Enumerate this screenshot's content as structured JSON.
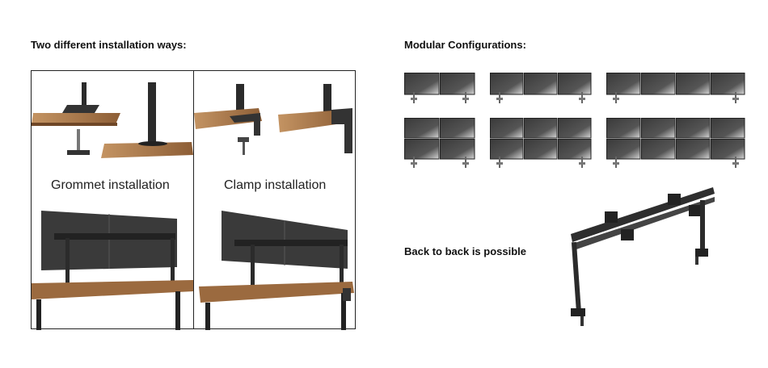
{
  "left_section": {
    "heading": "Two different installation ways:",
    "grommet_caption": "Grommet installation",
    "clamp_caption": "Clamp installation"
  },
  "right_section": {
    "heading": "Modular Configurations:",
    "configs": [
      {
        "rows": 1,
        "cols": 2
      },
      {
        "rows": 1,
        "cols": 3
      },
      {
        "rows": 1,
        "cols": 4
      },
      {
        "rows": 2,
        "cols": 2
      },
      {
        "rows": 2,
        "cols": 3
      },
      {
        "rows": 2,
        "cols": 4
      }
    ],
    "back_to_back_label": "Back to back is possible"
  },
  "colors": {
    "wood": "#9b6a3f",
    "wood_light": "#c9a27a",
    "metal": "#2b2b2b",
    "screen_dark": "#3a3a3a",
    "screen_light": "#d8d8d8"
  }
}
